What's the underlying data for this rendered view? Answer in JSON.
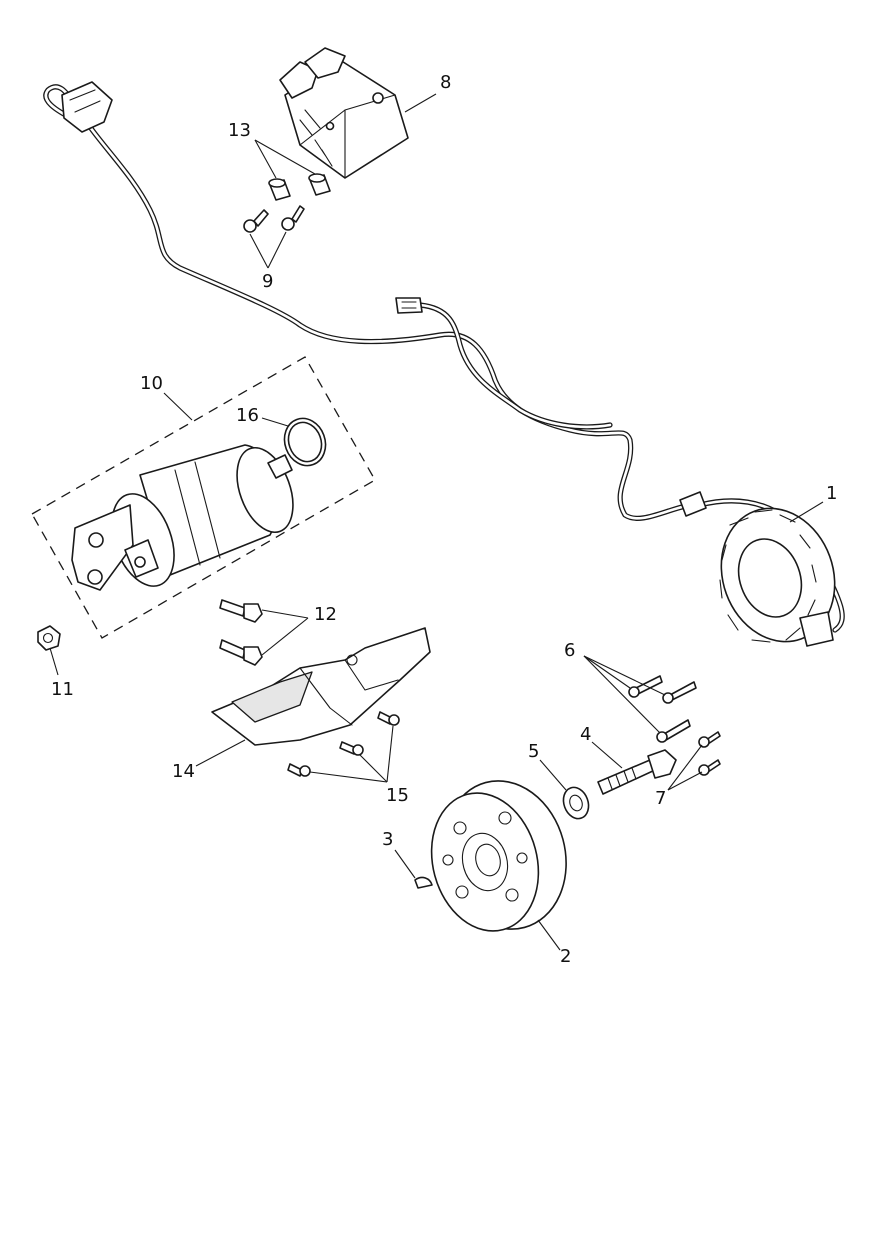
{
  "callouts": [
    {
      "id": "1",
      "text": "1"
    },
    {
      "id": "2",
      "text": "2"
    },
    {
      "id": "3",
      "text": "3"
    },
    {
      "id": "4",
      "text": "4"
    },
    {
      "id": "5",
      "text": "5"
    },
    {
      "id": "6",
      "text": "6"
    },
    {
      "id": "7",
      "text": "7"
    },
    {
      "id": "8",
      "text": "8"
    },
    {
      "id": "9",
      "text": "9"
    },
    {
      "id": "10",
      "text": "10"
    },
    {
      "id": "11",
      "text": "11"
    },
    {
      "id": "12",
      "text": "12"
    },
    {
      "id": "13",
      "text": "13"
    },
    {
      "id": "14",
      "text": "14"
    },
    {
      "id": "15",
      "text": "15"
    },
    {
      "id": "16",
      "text": "16"
    }
  ],
  "colors": {
    "line": "#1a1a1a",
    "background": "#ffffff",
    "shade": "#e6e6e6"
  }
}
